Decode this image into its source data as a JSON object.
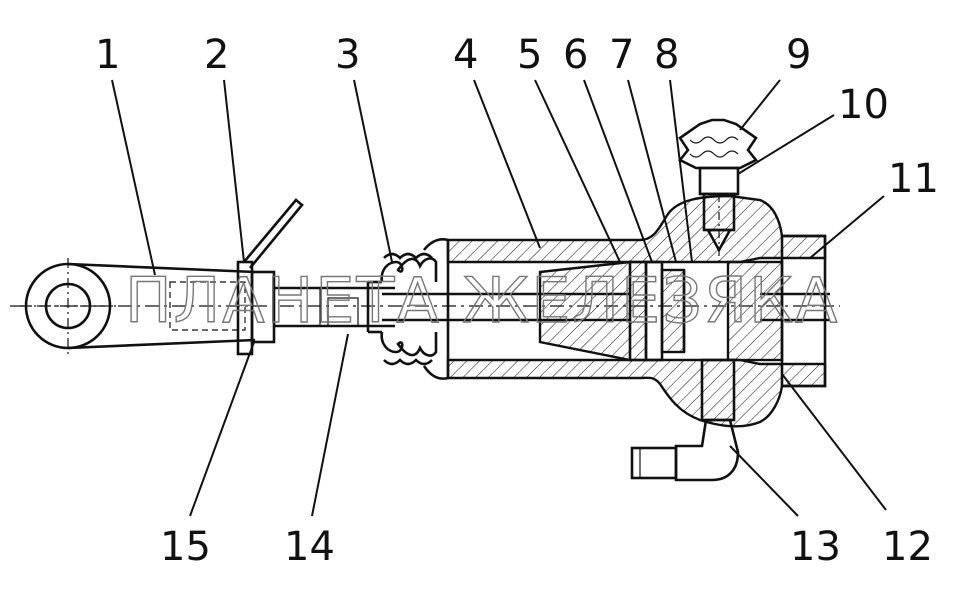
{
  "diagram": {
    "watermark": "ПЛАНЕТА ЖЕЛЕЗЯКА",
    "callouts": [
      {
        "id": "1",
        "text": "1"
      },
      {
        "id": "2",
        "text": "2"
      },
      {
        "id": "3",
        "text": "3"
      },
      {
        "id": "4",
        "text": "4"
      },
      {
        "id": "5",
        "text": "5"
      },
      {
        "id": "6",
        "text": "6"
      },
      {
        "id": "7",
        "text": "7"
      },
      {
        "id": "8",
        "text": "8"
      },
      {
        "id": "9",
        "text": "9"
      },
      {
        "id": "10",
        "text": "10"
      },
      {
        "id": "11",
        "text": "11"
      },
      {
        "id": "12",
        "text": "12"
      },
      {
        "id": "13",
        "text": "13"
      },
      {
        "id": "14",
        "text": "14"
      },
      {
        "id": "15",
        "text": "15"
      }
    ]
  }
}
